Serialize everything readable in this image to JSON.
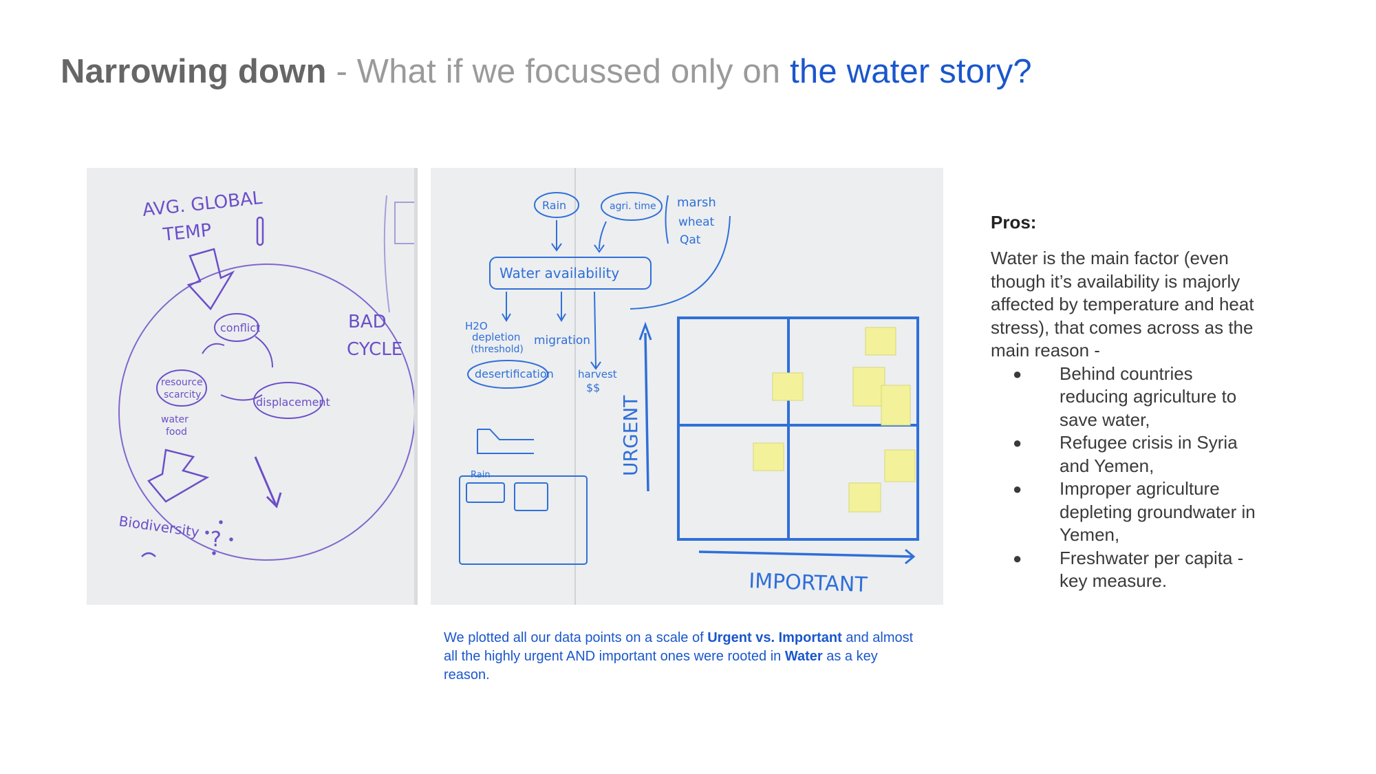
{
  "slide": {
    "title_bold": "Narrowing down",
    "title_light": " - What if we focussed only on ",
    "title_accent": "the water story?"
  },
  "photo_left": {
    "text": {
      "avg_global": "AVG. GLOBAL",
      "temp": "TEMP",
      "bad": "BAD",
      "cycle": "CYCLE",
      "conflict": "conflict",
      "resource": "resource",
      "scarcity": "scarcity",
      "displacement": "displacement",
      "water": "water",
      "food": "food",
      "biodiversity": "Biodiversity",
      "question": "?"
    }
  },
  "photo_right": {
    "text": {
      "rain": "Rain",
      "agri": "agri. time",
      "marsh": "marsh",
      "wheat": "wheat",
      "qat": "Qat",
      "water_availability": "Water availability",
      "h2o": "H2O",
      "depletion": "depletion",
      "threshold": "(threshold)",
      "migration": "migration",
      "desertification": "desertification",
      "harvest": "harvest",
      "money": "$$",
      "rain_small": "Rain",
      "urgent": "URGENT",
      "important": "IMPORTANT"
    }
  },
  "caption": {
    "part1": "We plotted all our data points on a scale of ",
    "bold1": "Urgent vs. Important",
    "part2": " and almost all the highly urgent AND important ones were rooted in ",
    "bold2": "Water",
    "part3": " as a key reason."
  },
  "pros": {
    "heading": "Pros:",
    "body": "Water is the main factor (even though it’s availability is majorly affected by temperature and heat stress), that comes across as the main reason -",
    "bullet_glyph": "●",
    "items": [
      "Behind countries reducing agriculture to save water,",
      "Refugee crisis in Syria and Yemen,",
      "Improper agriculture depleting groundwater in Yemen,",
      "Freshwater per capita - key measure."
    ]
  },
  "colors": {
    "title_gray": "#666666",
    "title_light": "#9a9a9a",
    "accent_blue": "#1a56cc",
    "marker_purple": "#6b4fc8",
    "marker_blue": "#2f6fd8",
    "sticky_yellow": "#f3f29a"
  }
}
